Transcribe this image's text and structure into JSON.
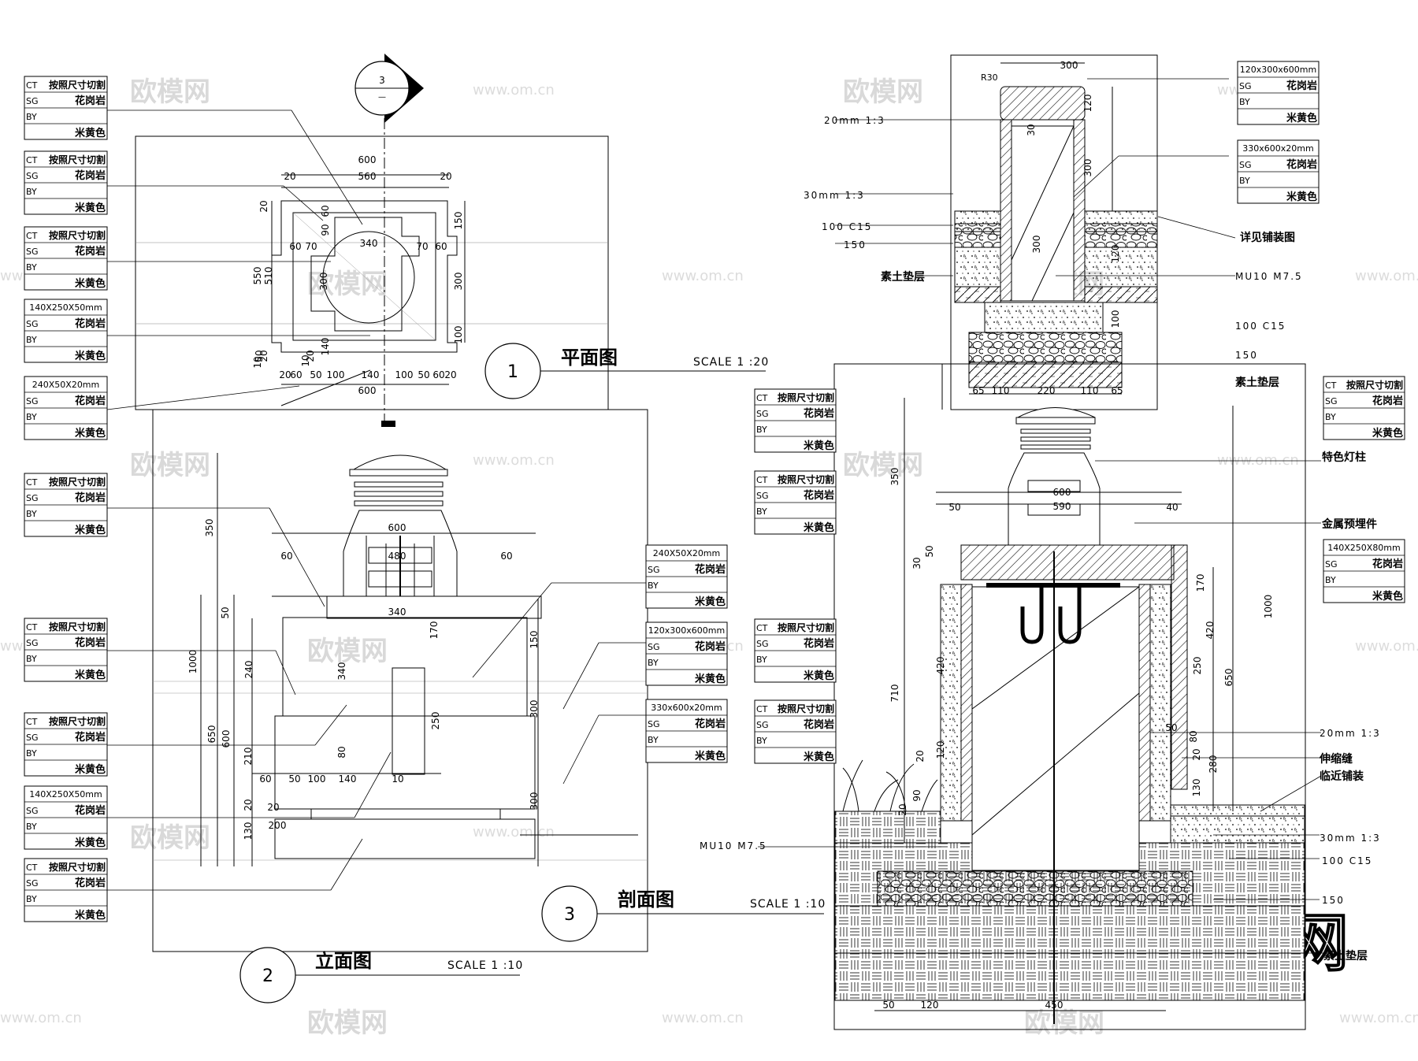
{
  "watermarks": {
    "logo": "欧模网",
    "url": "www.om.cn",
    "url_edge": "om.cn"
  },
  "views": {
    "plan": {
      "number": "1",
      "title": "平面图",
      "scale": "SCALE 1 :20"
    },
    "elevation": {
      "number": "2",
      "title": "立面图",
      "scale": "SCALE 1 :10"
    },
    "section": {
      "number": "3",
      "title": "剖面图",
      "scale": "SCALE 1 :10"
    },
    "section_marker": {
      "number": "3",
      "sub": "—"
    }
  },
  "tag_rows": {
    "sg": "SG",
    "by": "BY"
  },
  "tags": [
    {
      "code": "CT",
      "name": "按照尺寸切割",
      "stone": "花岗岩",
      "color": "米黄色"
    },
    {
      "code": "CT",
      "name": "按照尺寸切割",
      "stone": "花岗岩",
      "color": "米黄色"
    },
    {
      "code": "CT",
      "name": "按照尺寸切割",
      "stone": "花岗岩",
      "color": "米黄色"
    },
    {
      "code": "",
      "name": "140X250X50mm",
      "stone": "花岗岩",
      "color": "米黄色"
    },
    {
      "code": "",
      "name": "240X50X20mm",
      "stone": "花岗岩",
      "color": "米黄色"
    },
    {
      "code": "CT",
      "name": "按照尺寸切割",
      "stone": "花岗岩",
      "color": "米黄色"
    },
    {
      "code": "CT",
      "name": "按照尺寸切割",
      "stone": "花岗岩",
      "color": "米黄色"
    },
    {
      "code": "CT",
      "name": "按照尺寸切割",
      "stone": "花岗岩",
      "color": "米黄色"
    },
    {
      "code": "",
      "name": "140X250X50mm",
      "stone": "花岗岩",
      "color": "米黄色"
    },
    {
      "code": "CT",
      "name": "按照尺寸切割",
      "stone": "花岗岩",
      "color": "米黄色"
    },
    {
      "code": "",
      "name": "240X50X20mm",
      "stone": "花岗岩",
      "color": "米黄色"
    },
    {
      "code": "",
      "name": "120x300x600mm",
      "stone": "花岗岩",
      "color": "米黄色"
    },
    {
      "code": "",
      "name": "330x600x20mm",
      "stone": "花岗岩",
      "color": "米黄色"
    },
    {
      "code": "CT",
      "name": "按照尺寸切割",
      "stone": "花岗岩",
      "color": "米黄色"
    },
    {
      "code": "CT",
      "name": "按照尺寸切割",
      "stone": "花岗岩",
      "color": "米黄色"
    },
    {
      "code": "CT",
      "name": "按照尺寸切割",
      "stone": "花岗岩",
      "color": "米黄色"
    },
    {
      "code": "CT",
      "name": "按照尺寸切割",
      "stone": "花岗岩",
      "color": "米黄色"
    },
    {
      "code": "",
      "name": "120x300x600mm",
      "stone": "花岗岩",
      "color": "米黄色"
    },
    {
      "code": "",
      "name": "330x600x20mm",
      "stone": "花岗岩",
      "color": "米黄色"
    },
    {
      "code": "CT",
      "name": "按照尺寸切割",
      "stone": "花岗岩",
      "color": "米黄色"
    },
    {
      "code": "",
      "name": "140X250X80mm",
      "stone": "花岗岩",
      "color": "米黄色"
    }
  ],
  "materials": {
    "mortar20": "20mm 1:3",
    "mortar30": "30mm 1:3",
    "c15": "100 C15",
    "gravel": "150",
    "soil": "素土垫层",
    "brick": "MU10 M7.5",
    "paving_ref": "详见铺装图",
    "lamp": "特色灯柱",
    "embed": "金属预埋件",
    "joint": "伸缩缝",
    "adjacent": "临近铺装",
    "radius": "R30"
  },
  "dims": {
    "plan": [
      "600",
      "560",
      "20",
      "20",
      "340",
      "60",
      "70",
      "70",
      "60",
      "550",
      "510",
      "150",
      "300",
      "100",
      "300",
      "90",
      "60",
      "20",
      "20",
      "140",
      "10",
      "50",
      "10",
      "20",
      "20",
      "60",
      "50",
      "100",
      "140",
      "100",
      "50",
      "60",
      "20",
      "600"
    ],
    "elev": [
      "350",
      "1000",
      "650",
      "600",
      "240",
      "210",
      "130",
      "20",
      "50",
      "600",
      "480",
      "60",
      "60",
      "340",
      "340",
      "170",
      "250",
      "80",
      "20",
      "60",
      "50",
      "100",
      "140",
      "10",
      "200",
      "150",
      "300",
      "300"
    ],
    "foot": [
      "300",
      "120",
      "300",
      "30",
      "120",
      "65",
      "110",
      "220",
      "110",
      "65",
      "100",
      "300"
    ],
    "sect": [
      "350",
      "710",
      "420",
      "120",
      "30",
      "50",
      "50",
      "600",
      "590",
      "40",
      "170",
      "420",
      "250",
      "1000",
      "650",
      "80",
      "50",
      "20",
      "280",
      "130",
      "50",
      "120",
      "450",
      "20",
      "90",
      "20"
    ]
  }
}
